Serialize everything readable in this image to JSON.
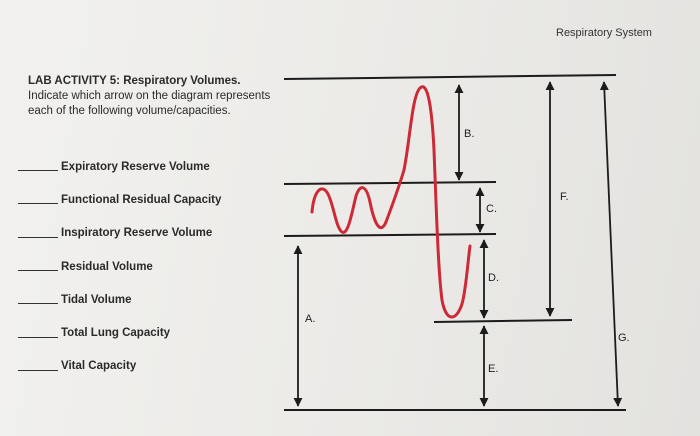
{
  "header": "Respiratory System",
  "instructions": {
    "title": "LAB ACTIVITY 5: Respiratory Volumes.",
    "body": "Indicate which arrow on the diagram represents each of the following volume/capacities."
  },
  "items": [
    {
      "label": "Expiratory Reserve Volume"
    },
    {
      "label": "Functional Residual Capacity"
    },
    {
      "label": "Inspiratory Reserve Volume"
    },
    {
      "label": "Residual Volume"
    },
    {
      "label": "Tidal Volume"
    },
    {
      "label": "Total Lung Capacity"
    },
    {
      "label": "Vital Capacity"
    }
  ],
  "diagram": {
    "arrow_labels": {
      "A": "A.",
      "B": "B.",
      "C": "C.",
      "D": "D.",
      "E": "E.",
      "F": "F.",
      "G": "G."
    },
    "trace_color": "#cc2a36",
    "line_color": "#1c1c1c"
  }
}
